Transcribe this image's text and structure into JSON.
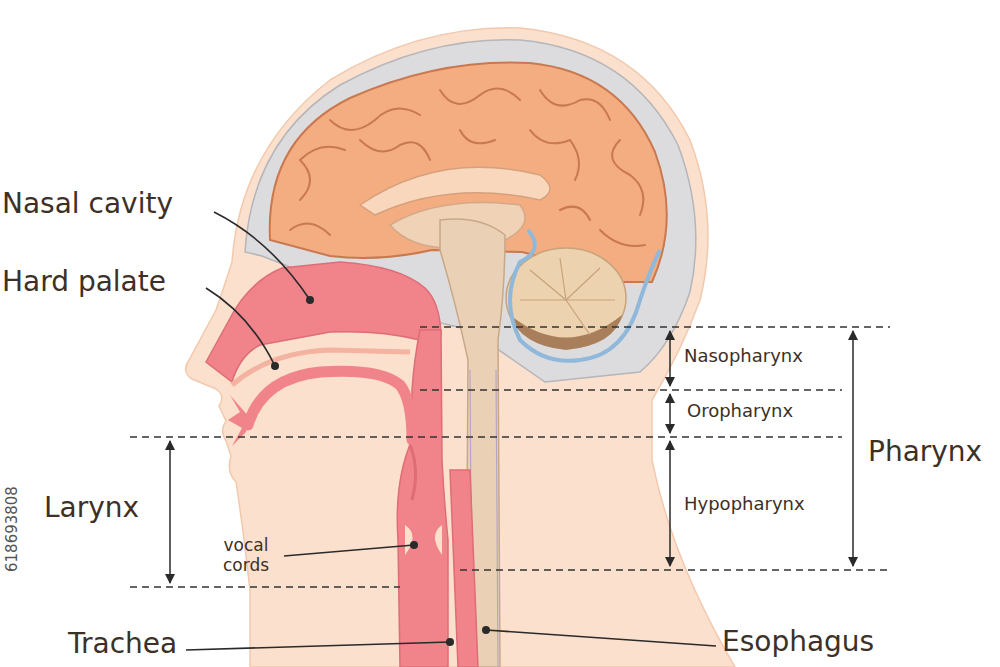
{
  "diagram": {
    "labels": [
      "Nasal cavity",
      "Hard palate",
      "Larynx",
      "vocal cords",
      "Trachea",
      "Esophagus",
      "Nasopharynx",
      "Oropharynx",
      "Hypopharynx",
      "Pharynx",
      "618693808"
    ]
  }
}
